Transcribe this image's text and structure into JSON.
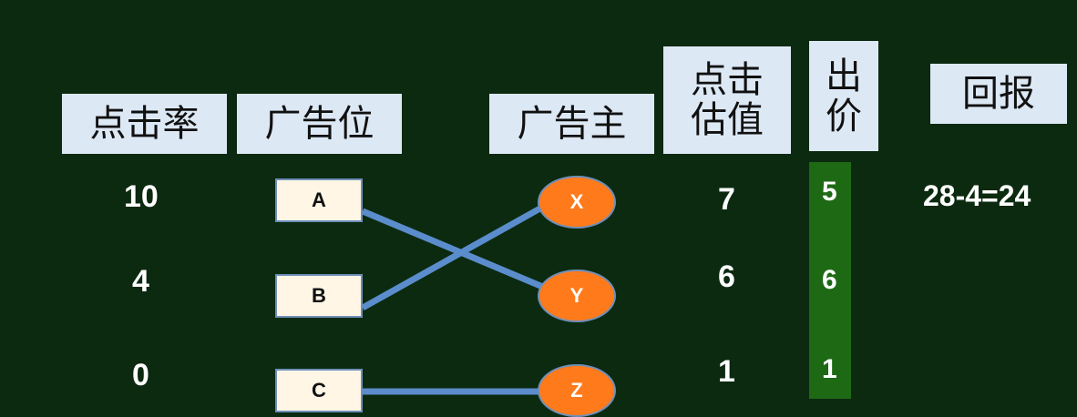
{
  "headers": {
    "ctr": "点击率",
    "slot": "广告位",
    "advertiser": "广告主",
    "click_value_line1": "点击",
    "click_value_line2": "估值",
    "bid_line1": "出",
    "bid_line2": "价",
    "payoff": "回报"
  },
  "ctr_values": [
    "10",
    "4",
    "0"
  ],
  "slots": [
    "A",
    "B",
    "C"
  ],
  "advertisers": [
    "X",
    "Y",
    "Z"
  ],
  "click_values": [
    "7",
    "6",
    "1"
  ],
  "bids": [
    "5",
    "6",
    "1"
  ],
  "payoff_value": "28-4=24",
  "matching": [
    [
      "A",
      "Y"
    ],
    [
      "B",
      "X"
    ],
    [
      "C",
      "Z"
    ]
  ],
  "colors": {
    "background": "#0b2a10",
    "header_fill": "#dde8f5",
    "slot_box_fill": "#fff6e6",
    "advertiser_fill": "#ff7a1a",
    "edge": "#5b8ccc",
    "bid_column": "#1e6a14"
  }
}
